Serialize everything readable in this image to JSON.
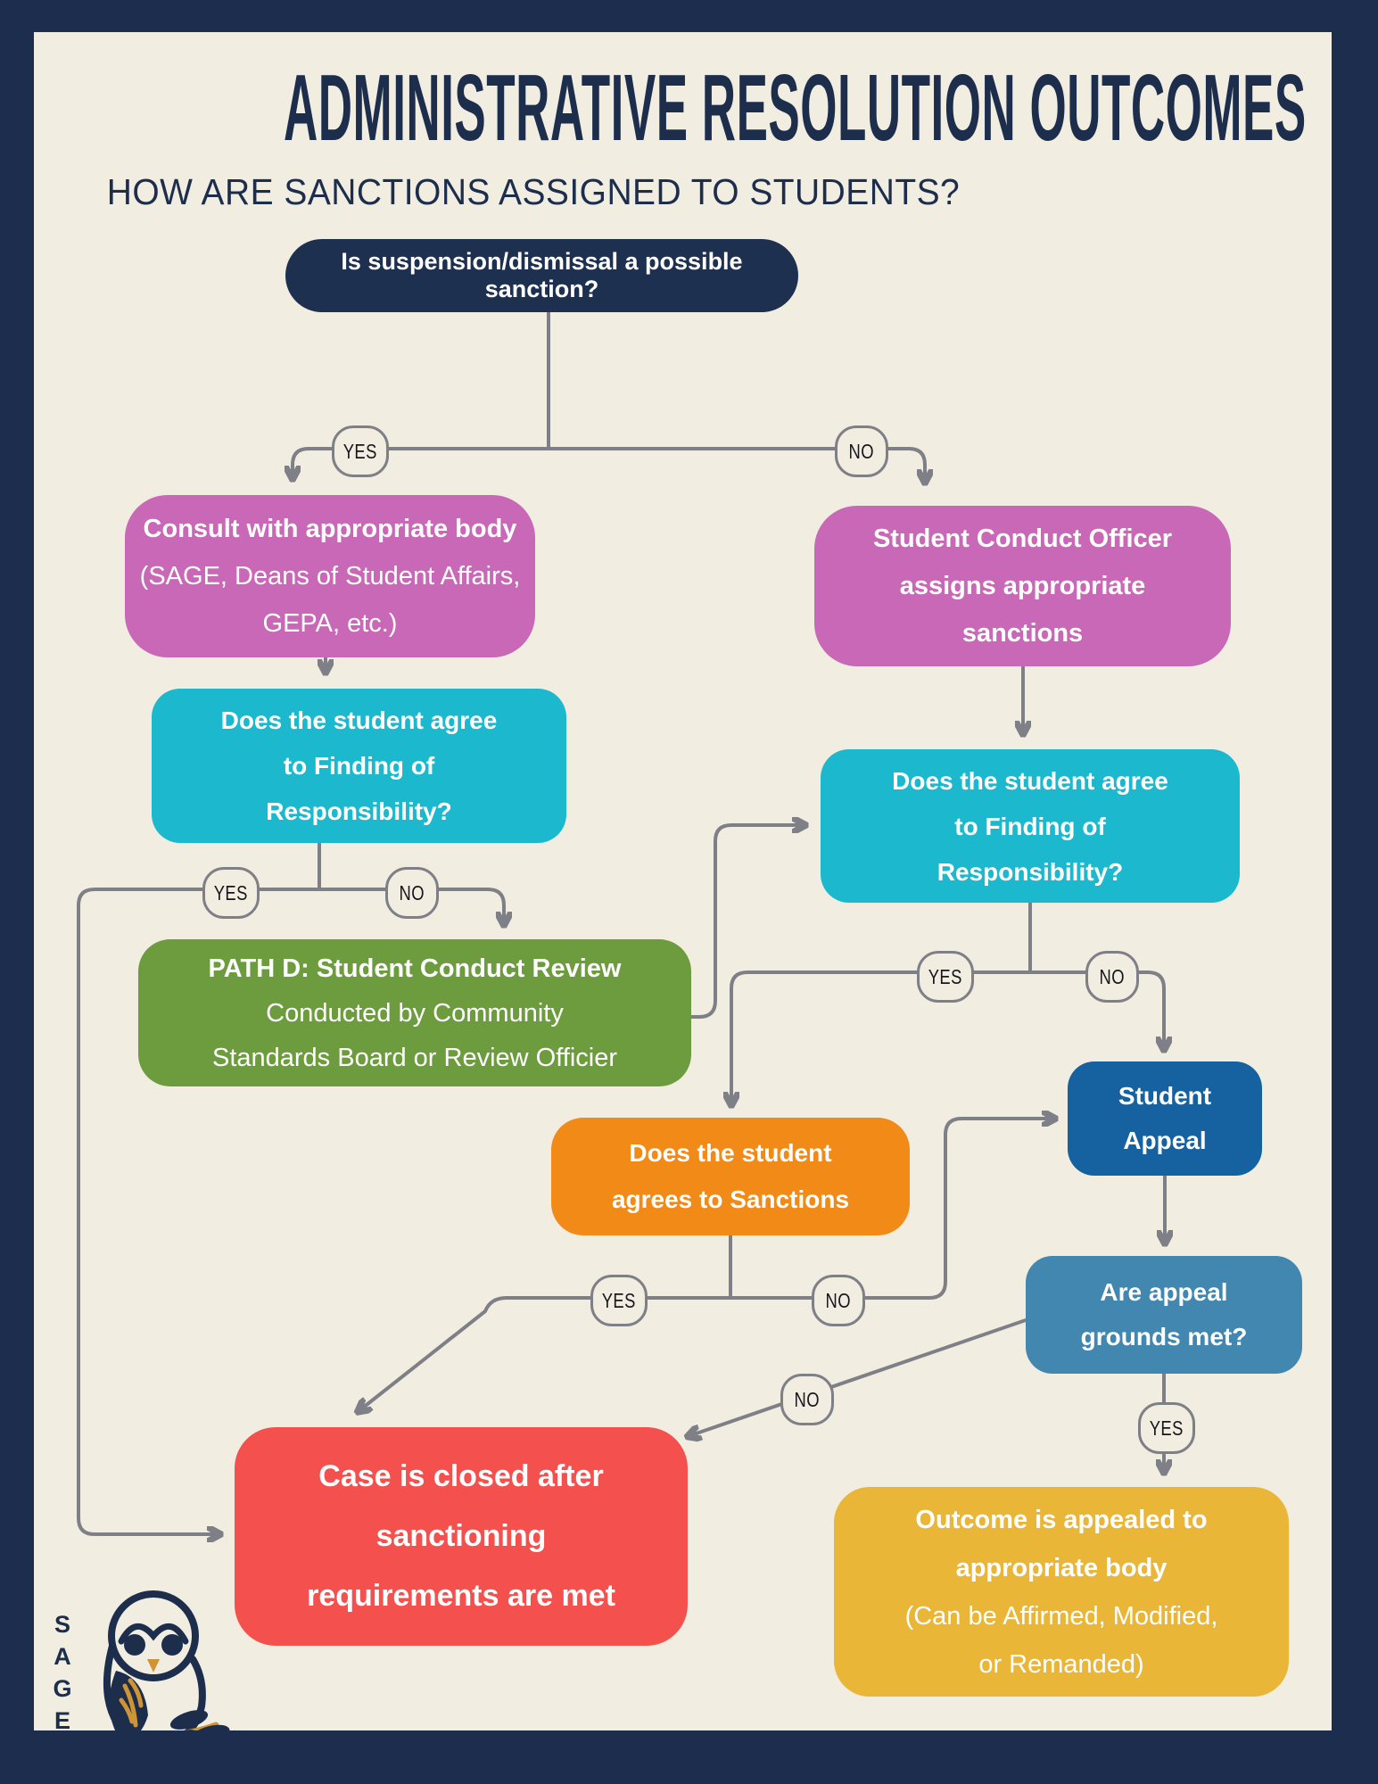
{
  "title": "ADMINISTRATIVE RESOLUTION OUTCOMES",
  "subtitle": "HOW ARE SANCTIONS ASSIGNED TO STUDENTS?",
  "logo": {
    "text": "SAGE"
  },
  "labels": {
    "yes": "YES",
    "no": "NO"
  },
  "colors": {
    "background": "#f2ede1",
    "frame_navy": "#1d2d4e",
    "connector_gray": "#7f7f87",
    "start_navy": "#1e3050",
    "pink": "#c868b6",
    "cyan": "#1cb9ce",
    "green": "#6d9c3e",
    "orange": "#f28a18",
    "appeal_dark_blue": "#16619f",
    "grounds_medium_blue": "#4187b0",
    "closed_red": "#f4514e",
    "outcome_yellow": "#e9b637",
    "logo_gold": "#cf9433"
  },
  "nodes": {
    "start": {
      "lines": [
        "Is suspension/dismissal a possible sanction?"
      ]
    },
    "consult": {
      "lines": [
        "Consult with appropriate body",
        "(SAGE, Deans of Student Affairs,",
        "GEPA, etc.)"
      ]
    },
    "conduct_officer": {
      "lines": [
        "Student Conduct Officer",
        "assigns appropriate",
        "sanctions"
      ]
    },
    "agree_finding_left": {
      "lines": [
        "Does the student agree",
        "to Finding of",
        "Responsibility?"
      ]
    },
    "agree_finding_right": {
      "lines": [
        "Does the student agree",
        "to Finding of",
        "Responsibility?"
      ]
    },
    "path_d": {
      "lines": [
        "PATH D: Student Conduct Review",
        "Conducted by Community",
        "Standards Board or Review Officier"
      ]
    },
    "agree_sanctions": {
      "lines": [
        "Does the student",
        "agrees to Sanctions"
      ]
    },
    "student_appeal": {
      "lines": [
        "Student",
        "Appeal"
      ]
    },
    "appeal_grounds": {
      "lines": [
        "Are appeal",
        "grounds met?"
      ]
    },
    "case_closed": {
      "lines": [
        "Case is closed after",
        "sanctioning",
        "requirements are met"
      ]
    },
    "outcome_appealed": {
      "lines": [
        "Outcome is appealed to",
        "appropriate body",
        "(Can be Affirmed, Modified,",
        "or Remanded)"
      ]
    }
  }
}
